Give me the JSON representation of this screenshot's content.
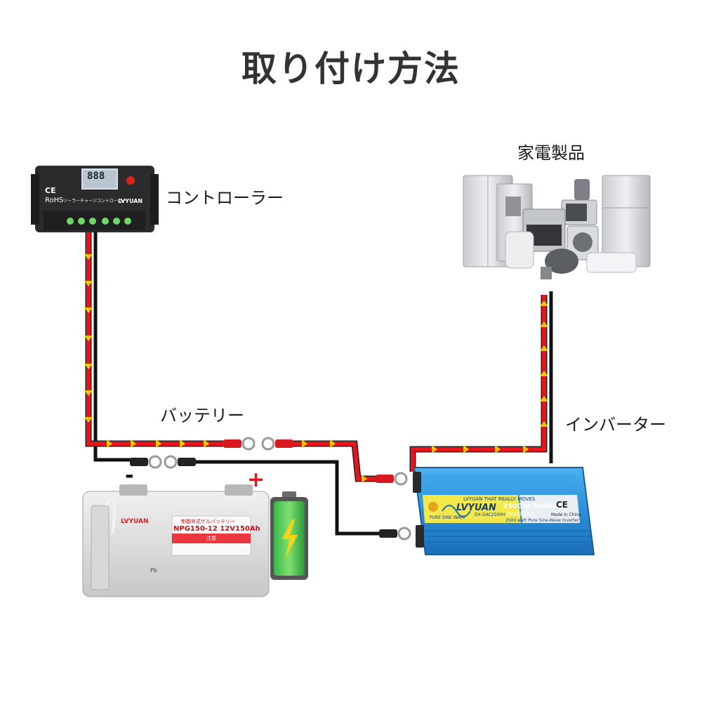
{
  "title": "取り付け方法",
  "labels": {
    "controller": "コントローラー",
    "appliances": "家電製品",
    "battery": "バッテリー",
    "inverter": "インバーター"
  },
  "battery_terminals": {
    "negative": "-",
    "positive": "+"
  },
  "controller_device": {
    "ce": "CE",
    "rohs": "RoHS",
    "brand": "LVYUAN",
    "subtitle": "ソーラーチャージコントローラー",
    "lcd": "888"
  },
  "battery_device": {
    "brand": "LVYUAN",
    "model": "NPG150-12 12V150Ah",
    "type_label": "制御弁式ゲルバッテリー",
    "warning": "注意",
    "pb": "Pb"
  },
  "inverter_device": {
    "brand": "LVYUAN",
    "tagline": "LVYUAN THAT REALLY MOVES",
    "rating": "2500W/5000W",
    "product": "INVERTER",
    "wave": "PURE SINE WAVE",
    "model": "DX-GAC2500H",
    "desc": "2500 watt Pure Sine-Wave Inverter",
    "origin": "Made in China",
    "ce": "CE"
  },
  "colors": {
    "red_wire": "#e8141c",
    "black_wire": "#111111",
    "arrow": "#f6c400",
    "inverter_blue": "#2a8fd8",
    "title": "#333333"
  }
}
